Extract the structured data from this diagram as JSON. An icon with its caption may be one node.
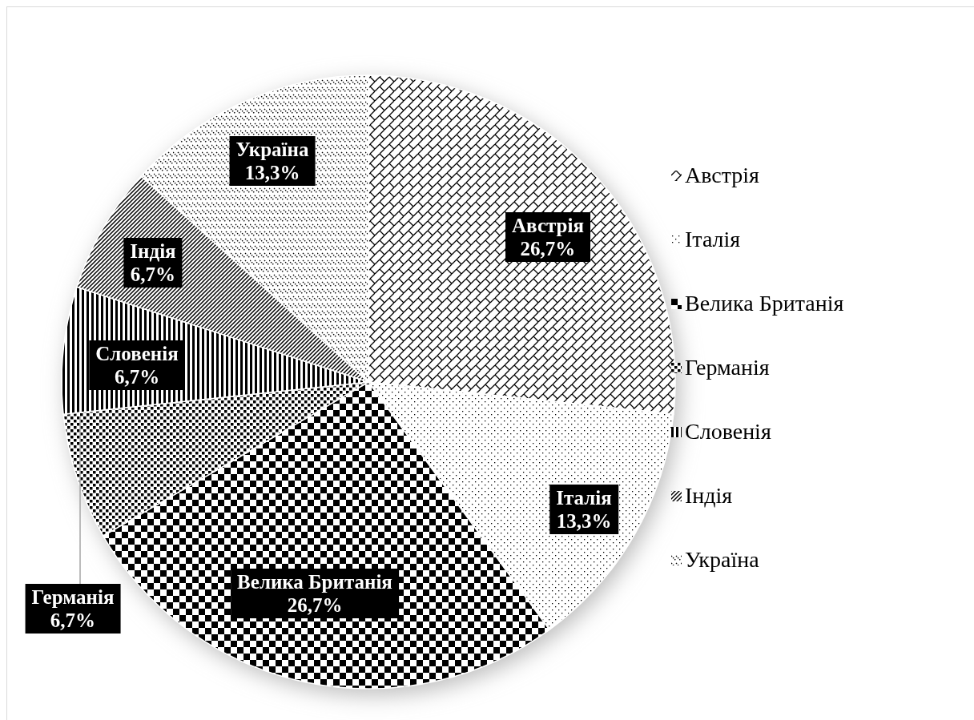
{
  "diagram": {
    "chart_data": {
      "type": "pie",
      "categories": [
        "Австрія",
        "Італія",
        "Велика Британія",
        "Германія",
        "Словенія",
        "Індія",
        "Україна"
      ],
      "values": [
        26.7,
        13.3,
        26.7,
        6.7,
        6.7,
        6.7,
        13.3
      ],
      "value_labels": [
        "26,7%",
        "13,3%",
        "26,7%",
        "6,7%",
        "6,7%",
        "6,7%",
        "13,3%"
      ],
      "data_labels": true
    },
    "legend": [
      {
        "text": "Австрія"
      },
      {
        "text": "Італія"
      },
      {
        "text": "Велика Британія"
      },
      {
        "text": "Германія"
      },
      {
        "text": "Словенія"
      },
      {
        "text": "Індія"
      },
      {
        "text": "Україна"
      }
    ]
  }
}
